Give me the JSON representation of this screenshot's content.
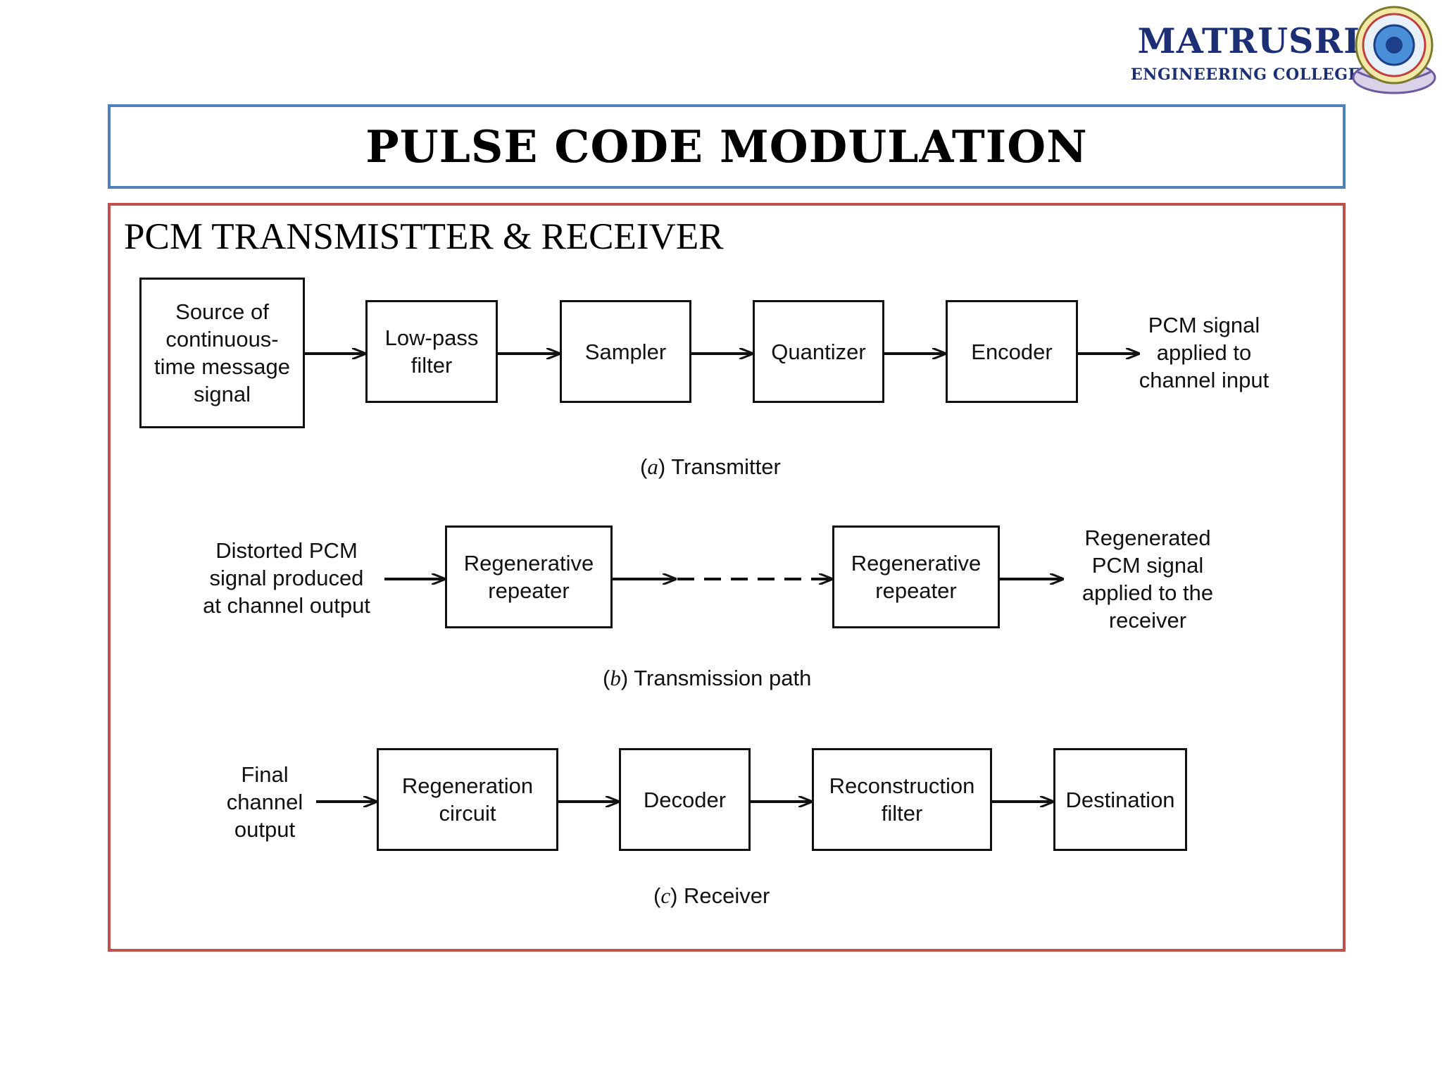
{
  "header": {
    "brand_name": "MATRUSRI",
    "brand_sub": "ENGINEERING COLLEGE",
    "logo_icon": "college-seal-icon",
    "colors": {
      "brand": "#1c2f74",
      "title_border": "#4f81bd",
      "content_border": "#c0504d"
    }
  },
  "slide": {
    "title": "PULSE CODE MODULATION",
    "subtitle": "PCM TRANSMISTTER & RECEIVER"
  },
  "diagram": {
    "transmitter": {
      "blocks": [
        "Source of\ncontinuous-\ntime message\nsignal",
        "Low-pass\nfilter",
        "Sampler",
        "Quantizer",
        "Encoder"
      ],
      "output": "PCM signal\napplied to\nchannel input",
      "caption_letter": "a",
      "caption_text": "Transmitter"
    },
    "transmission_path": {
      "input": "Distorted PCM\nsignal produced\nat channel output",
      "blocks": [
        "Regenerative\nrepeater",
        "Regenerative\nrepeater"
      ],
      "output": "Regenerated\nPCM signal\napplied to the\nreceiver",
      "caption_letter": "b",
      "caption_text": "Transmission path"
    },
    "receiver": {
      "input": "Final\nchannel\noutput",
      "blocks": [
        "Regeneration\ncircuit",
        "Decoder",
        "Reconstruction\nfilter",
        "Destination"
      ],
      "caption_letter": "c",
      "caption_text": "Receiver"
    }
  }
}
